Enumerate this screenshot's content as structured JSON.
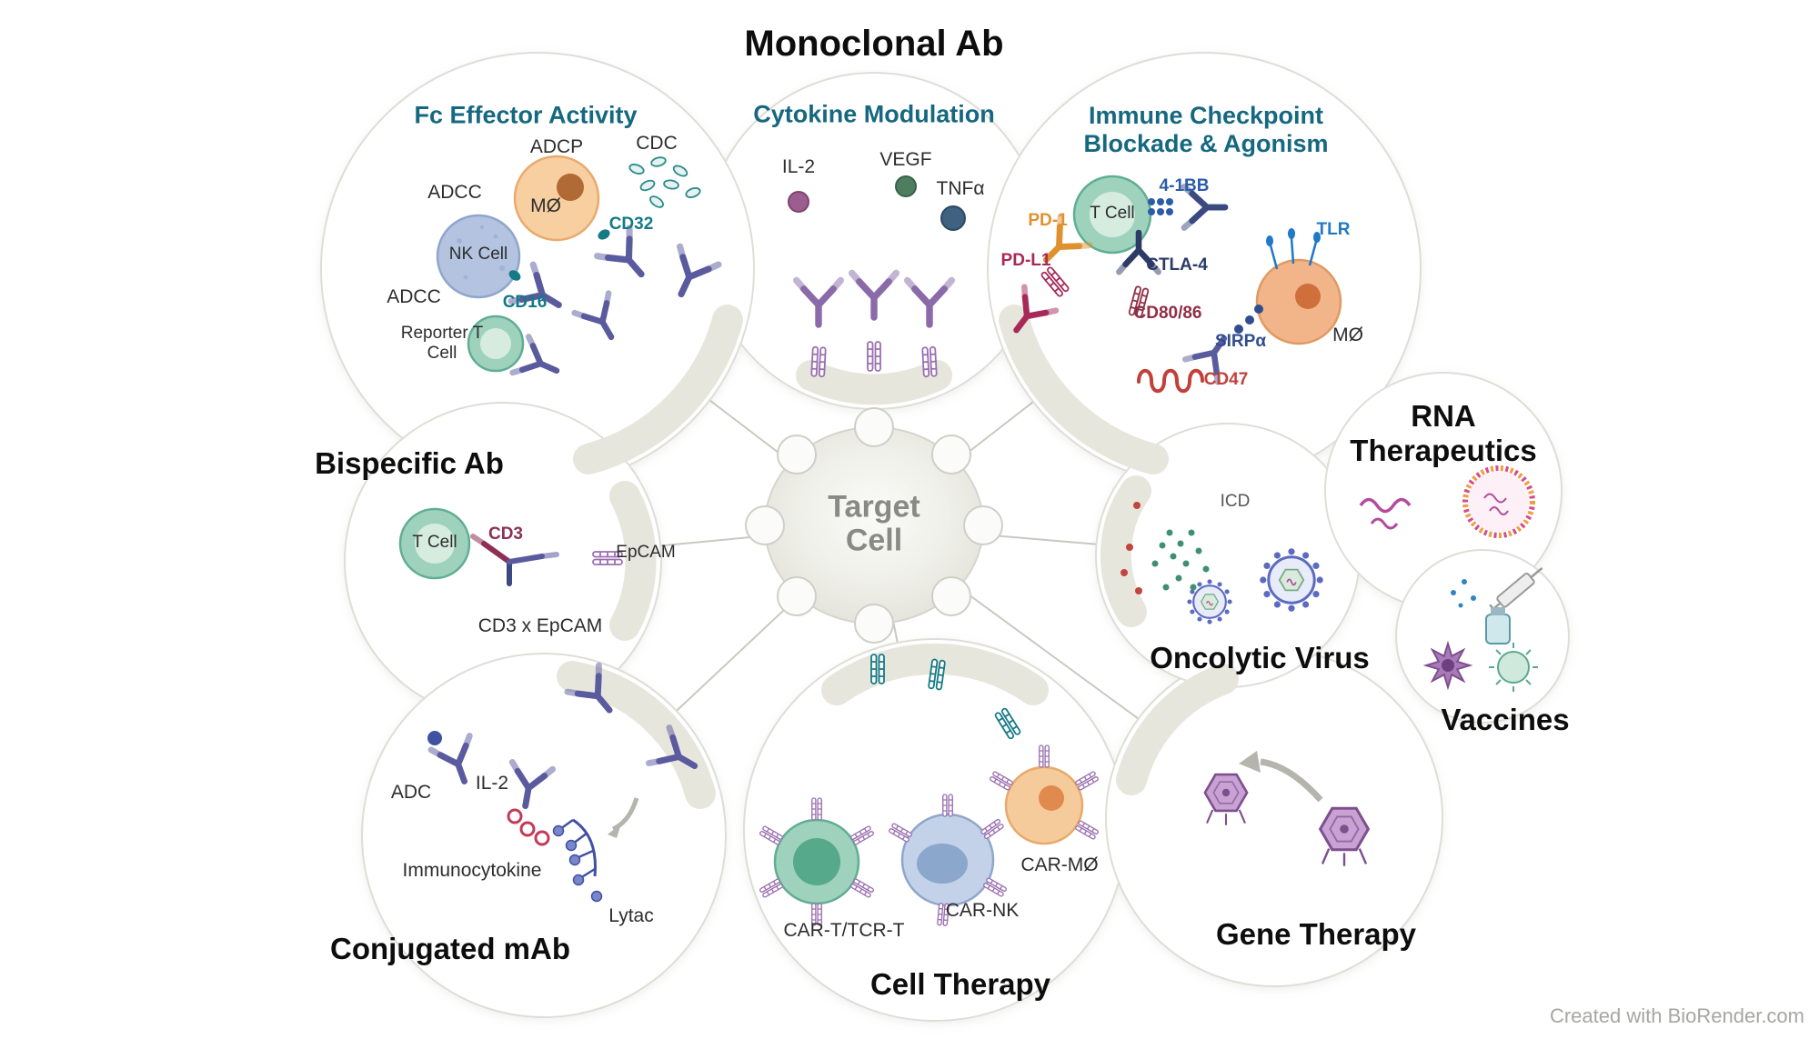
{
  "meta": {
    "watermark": "Created with BioRender.com"
  },
  "center": {
    "label": "Target Cell"
  },
  "monoclonal": {
    "title": "Monoclonal Ab"
  },
  "fc": {
    "heading": "Fc Effector Activity",
    "adcp": "ADCP",
    "cdc": "CDC",
    "adcc_nk": "ADCC",
    "adcc_reporter": "ADCC",
    "mo": "MØ",
    "cd32": "CD32",
    "nk_cell": "NK Cell",
    "cd16": "CD16",
    "reporter": "Reporter T Cell"
  },
  "cytokine": {
    "heading": "Cytokine Modulation",
    "il2": "IL-2",
    "vegf": "VEGF",
    "tnfa": "TNFα"
  },
  "checkpoint": {
    "heading": "Immune Checkpoint Blockade & Agonism",
    "pd1": "PD-1",
    "pdl1": "PD-L1",
    "t_cell": "T Cell",
    "b41bb": "4-1BB",
    "ctla4": "CTLA-4",
    "cd8086": "CD80/86",
    "sirpa": "SIRPα",
    "tlr": "TLR",
    "mo": "MØ",
    "cd47": "CD47"
  },
  "bispecific": {
    "title": "Bispecific Ab",
    "t_cell": "T Cell",
    "cd3": "CD3",
    "epcam": "EpCAM",
    "caption": "CD3 x EpCAM"
  },
  "rna": {
    "title": "RNA Therapeutics"
  },
  "vaccines": {
    "title": "Vaccines"
  },
  "oncolytic": {
    "title": "Oncolytic Virus",
    "icd": "ICD"
  },
  "conjugated": {
    "title": "Conjugated mAb",
    "adc": "ADC",
    "il2": "IL-2",
    "immunocytokine": "Immunocytokine",
    "lytac": "Lytac"
  },
  "cell_therapy": {
    "title": "Cell Therapy",
    "car_t": "CAR-T/TCR-T",
    "car_nk": "CAR-NK",
    "car_mo": "CAR-MØ"
  },
  "gene_therapy": {
    "title": "Gene Therapy"
  },
  "colors": {
    "heading_teal": "#15687f",
    "pd1_orange": "#e0912f",
    "pdl1_maroon": "#a62958",
    "cd3_maroon": "#8e2f55",
    "cd8086_maroon": "#8f2f45",
    "b41bb_blue": "#2b5ca8",
    "ctla4_navy": "#2c3a66",
    "sirpa_blue": "#2f4d8f",
    "tlr_blue": "#1f78c8",
    "cd47_red": "#c2403a",
    "cd16_teal": "#157a87",
    "antibody_purple": "#5a5a9e",
    "membrane_beige": "#e7e6dd",
    "target_gray": "#8a8a85"
  }
}
